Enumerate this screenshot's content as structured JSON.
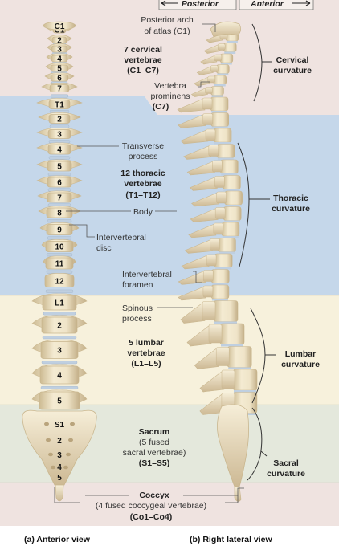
{
  "header": {
    "posterior": "Posterior",
    "anterior": "Anterior"
  },
  "anterior_labels": {
    "cervical": [
      "C1",
      "2",
      "3",
      "4",
      "5",
      "6",
      "7"
    ],
    "thoracic": [
      "T1",
      "2",
      "3",
      "4",
      "5",
      "6",
      "7",
      "8",
      "9",
      "10",
      "11",
      "12"
    ],
    "lumbar": [
      "L1",
      "2",
      "3",
      "4",
      "5"
    ],
    "sacral": [
      "S1",
      "2",
      "3",
      "4",
      "5"
    ]
  },
  "labels": {
    "posterior_arch_1": "Posterior arch",
    "posterior_arch_2": "of atlas (C1)",
    "cervical_vert_1": "7 cervical",
    "cervical_vert_2": "vertebrae",
    "cervical_vert_3": "(C1–C7)",
    "prominens_1": "Vertebra",
    "prominens_2": "prominens",
    "prominens_3": "(C7)",
    "transverse_1": "Transverse",
    "transverse_2": "process",
    "thoracic_vert_1": "12 thoracic",
    "thoracic_vert_2": "vertebrae",
    "thoracic_vert_3": "(T1–T12)",
    "body": "Body",
    "intervertebral_disc_1": "Intervertebral",
    "intervertebral_disc_2": "disc",
    "foramen_1": "Intervertebral",
    "foramen_2": "foramen",
    "spinous_1": "Spinous",
    "spinous_2": "process",
    "lumbar_vert_1": "5 lumbar",
    "lumbar_vert_2": "vertebrae",
    "lumbar_vert_3": "(L1–L5)",
    "sacrum_1": "Sacrum",
    "sacrum_2": "(5 fused",
    "sacrum_3": "sacral vertebrae)",
    "sacrum_4": "(S1–S5)",
    "coccyx_1": "Coccyx",
    "coccyx_2": "(4 fused coccygeal vertebrae)",
    "coccyx_3": "(Co1–Co4)",
    "cervical_curv_1": "Cervical",
    "cervical_curv_2": "curvature",
    "thoracic_curv_1": "Thoracic",
    "thoracic_curv_2": "curvature",
    "lumbar_curv_1": "Lumbar",
    "lumbar_curv_2": "curvature",
    "sacral_curv_1": "Sacral",
    "sacral_curv_2": "curvature"
  },
  "captions": {
    "anterior_view": "(a) Anterior view",
    "lateral_view": "(b) Right lateral view"
  },
  "colors": {
    "cervical_band": "#efe3e0",
    "thoracic_band": "#c5d7ea",
    "lumbar_band": "#f7f1dc",
    "sacral_band": "#e4e8dc",
    "coccyx_band": "#efe3e0",
    "bone": "#eee3c6",
    "bone_shadow": "#c9b68e",
    "disc": "#bfcfe0"
  }
}
